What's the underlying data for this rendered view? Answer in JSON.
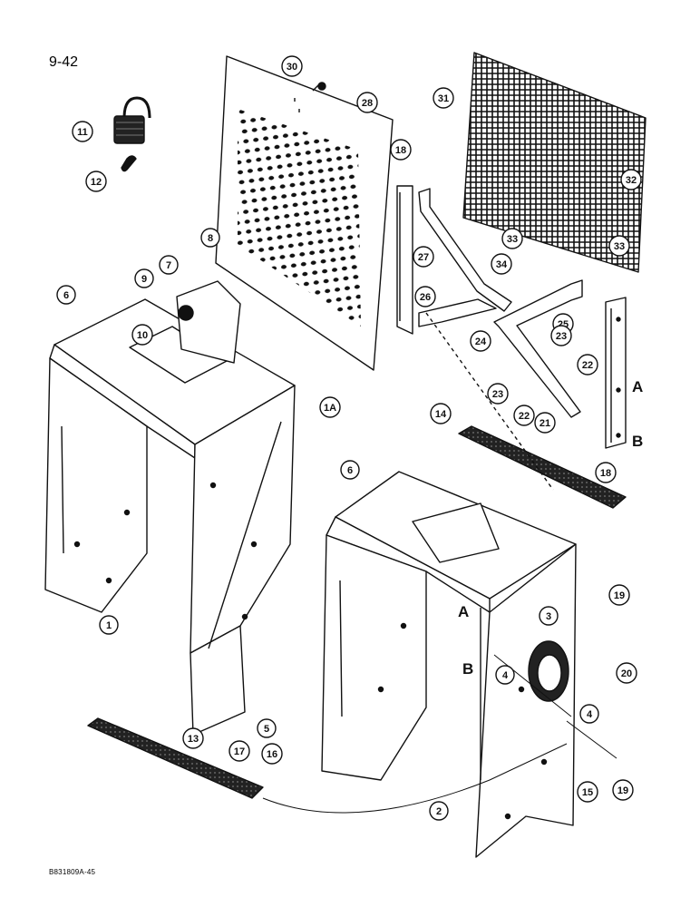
{
  "page_number": "9-42",
  "figure_code": "B831809A-45",
  "colors": {
    "ink": "#111111",
    "paper": "#ffffff"
  },
  "callouts": [
    {
      "id": "c30",
      "text": "30"
    },
    {
      "id": "c28",
      "text": "28"
    },
    {
      "id": "c31",
      "text": "31"
    },
    {
      "id": "c11",
      "text": "11"
    },
    {
      "id": "c12",
      "text": "12"
    },
    {
      "id": "c18a",
      "text": "18"
    },
    {
      "id": "c32",
      "text": "32"
    },
    {
      "id": "c8",
      "text": "8"
    },
    {
      "id": "c27",
      "text": "27"
    },
    {
      "id": "c33a",
      "text": "33"
    },
    {
      "id": "c33b",
      "text": "33"
    },
    {
      "id": "c34",
      "text": "34"
    },
    {
      "id": "c7",
      "text": "7"
    },
    {
      "id": "c9",
      "text": "9"
    },
    {
      "id": "c6a",
      "text": "6"
    },
    {
      "id": "c26",
      "text": "26"
    },
    {
      "id": "c25",
      "text": "25"
    },
    {
      "id": "c10",
      "text": "10"
    },
    {
      "id": "c24",
      "text": "24"
    },
    {
      "id": "c23a",
      "text": "23"
    },
    {
      "id": "c22a",
      "text": "22"
    },
    {
      "id": "c1a",
      "text": "1A"
    },
    {
      "id": "c23b",
      "text": "23"
    },
    {
      "id": "c22b",
      "text": "22"
    },
    {
      "id": "c21",
      "text": "21"
    },
    {
      "id": "c14",
      "text": "14"
    },
    {
      "id": "c18b",
      "text": "18"
    },
    {
      "id": "c6b",
      "text": "6"
    },
    {
      "id": "c1",
      "text": "1"
    },
    {
      "id": "c19a",
      "text": "19"
    },
    {
      "id": "c3",
      "text": "3"
    },
    {
      "id": "c4a",
      "text": "4"
    },
    {
      "id": "c20",
      "text": "20"
    },
    {
      "id": "c4b",
      "text": "4"
    },
    {
      "id": "c5",
      "text": "5"
    },
    {
      "id": "c13",
      "text": "13"
    },
    {
      "id": "c17",
      "text": "17"
    },
    {
      "id": "c16",
      "text": "16"
    },
    {
      "id": "c15",
      "text": "15"
    },
    {
      "id": "c19b",
      "text": "19"
    },
    {
      "id": "c2",
      "text": "2"
    }
  ],
  "letter_marks": [
    {
      "id": "la1",
      "text": "A"
    },
    {
      "id": "lb1",
      "text": "B"
    },
    {
      "id": "la2",
      "text": "A"
    },
    {
      "id": "lb2",
      "text": "B"
    }
  ]
}
